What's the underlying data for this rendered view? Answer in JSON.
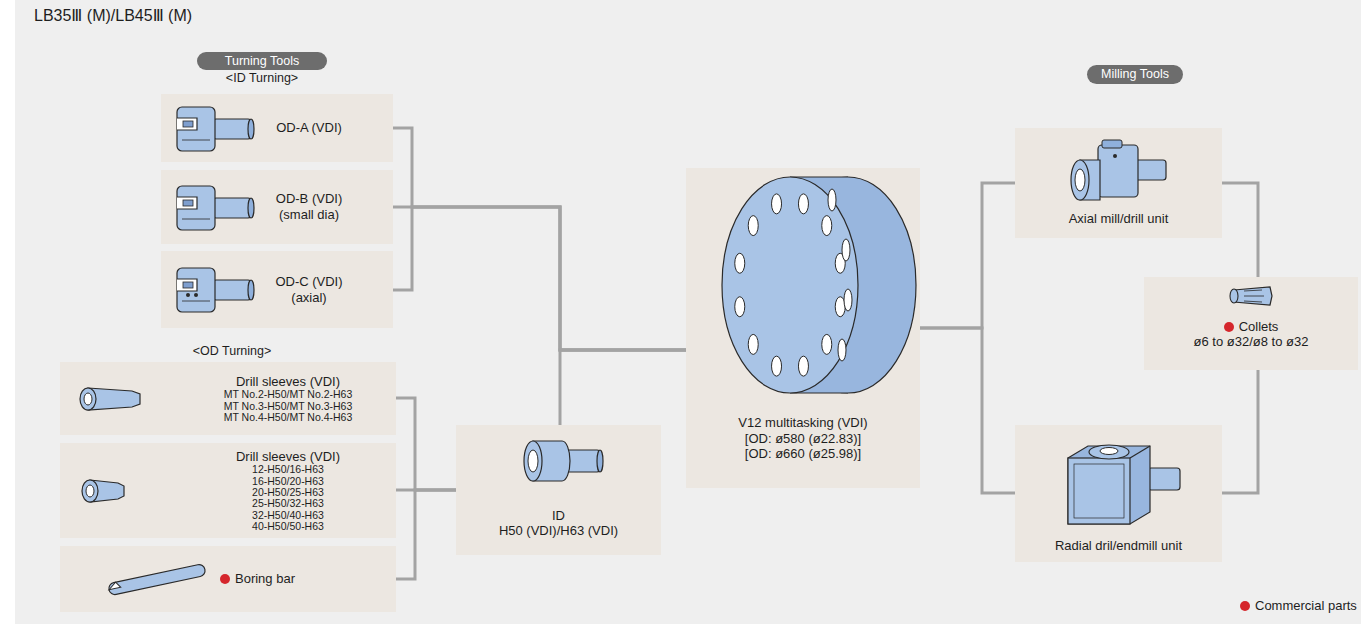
{
  "diagram": {
    "title": "LB35Ⅲ (M)/LB45Ⅲ (M)",
    "nodes": [
      {
        "text": [
          "Turning Tools"
        ]
      },
      {
        "text": [
          "OD-A (VDI)"
        ]
      },
      {
        "text": [
          "OD-B (VDI)",
          "(small dia)"
        ]
      },
      {
        "text": [
          "OD-C (VDI)",
          "(axial)"
        ]
      },
      {
        "text": [
          "Drill sleeves (VDI)",
          "MT No.2-H50/MT No.2-H63",
          "MT No.3-H50/MT No.3-H63",
          "MT No.4-H50/MT No.4-H63"
        ]
      },
      {
        "text": [
          "Drill sleeves (VDI)",
          "12-H50/16-H63",
          "16-H50/20-H63",
          "20-H50/25-H63",
          "25-H50/32-H63",
          "32-H50/40-H63",
          "40-H50/50-H63"
        ]
      },
      {
        "text": [
          "Boring bar"
        ]
      },
      {
        "text": [
          "ID",
          "H50 (VDI)/H63 (VDI)"
        ]
      },
      {
        "text": [
          "V12 multitasking (VDI)",
          "[OD: ø580 (ø22.83)]",
          "[OD: ø660 (ø25.98)]"
        ]
      },
      {
        "text": [
          "Milling Tools"
        ]
      },
      {
        "text": [
          "Axial mill/drill unit"
        ]
      },
      {
        "text": [
          "Collets",
          "ø6 to ø32/ø8 to ø32"
        ]
      },
      {
        "text": [
          "Radial dril/endmill unit"
        ]
      }
    ],
    "edges": [
      {
        "from": 1,
        "to": 8,
        "arrow": "none"
      },
      {
        "from": 2,
        "to": 8,
        "arrow": "none"
      },
      {
        "from": 3,
        "to": 8,
        "arrow": "none"
      },
      {
        "from": 4,
        "to": 7,
        "arrow": "none"
      },
      {
        "from": 5,
        "to": 7,
        "arrow": "none"
      },
      {
        "from": 6,
        "to": 7,
        "arrow": "none"
      },
      {
        "from": 7,
        "to": 8,
        "arrow": "none"
      },
      {
        "from": 8,
        "to": 10,
        "arrow": "none"
      },
      {
        "from": 8,
        "to": 12,
        "arrow": "none"
      },
      {
        "from": 10,
        "to": 11,
        "arrow": "none"
      },
      {
        "from": 12,
        "to": 11,
        "arrow": "none"
      }
    ],
    "labels": [
      "<ID Turning>",
      "<OD Turning>"
    ],
    "legend": [
      {
        "text": "Commercial parts",
        "color": "#d5262c"
      }
    ]
  }
}
